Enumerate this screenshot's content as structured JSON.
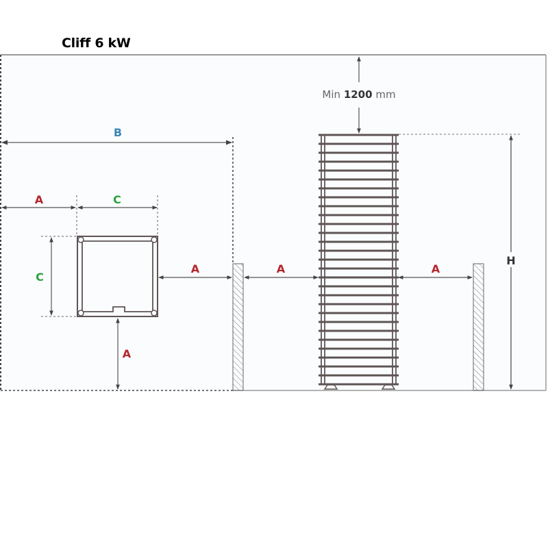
{
  "title": "Cliff 6 kW",
  "labels": {
    "A": "A",
    "B": "B",
    "C": "C",
    "H": "H"
  },
  "clearance": {
    "prefix": "Min",
    "value": "1200",
    "unit": "mm"
  },
  "colors": {
    "A": "#b5272d",
    "B": "#3e86b8",
    "C": "#2aa13b",
    "H": "#333333",
    "line": "#555555",
    "heater": "#5e5454",
    "background": "#fafcfe"
  }
}
